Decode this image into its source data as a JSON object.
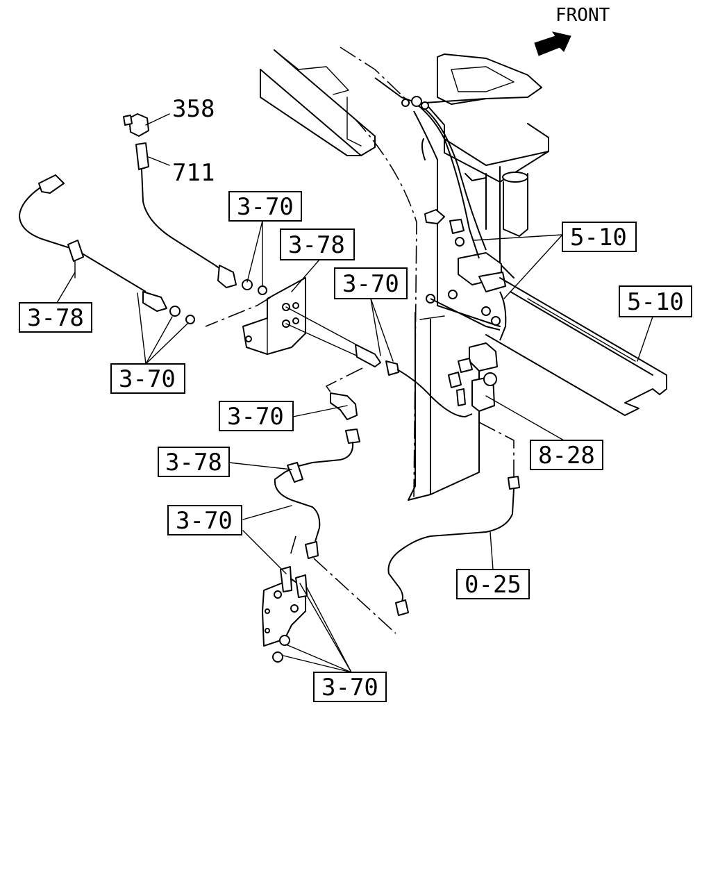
{
  "front_label": "FRONT",
  "part_numbers": {
    "p358": "358",
    "p711": "711"
  },
  "callouts": {
    "c370_a": "3-70",
    "c378_a": "3-78",
    "c370_b": "3-70",
    "c510_a": "5-10",
    "c510_b": "5-10",
    "c378_b": "3-78",
    "c370_c": "3-70",
    "c370_d": "3-70",
    "c828": "8-28",
    "c378_c": "3-78",
    "c370_e": "3-70",
    "c025": "0-25",
    "c370_f": "3-70"
  }
}
